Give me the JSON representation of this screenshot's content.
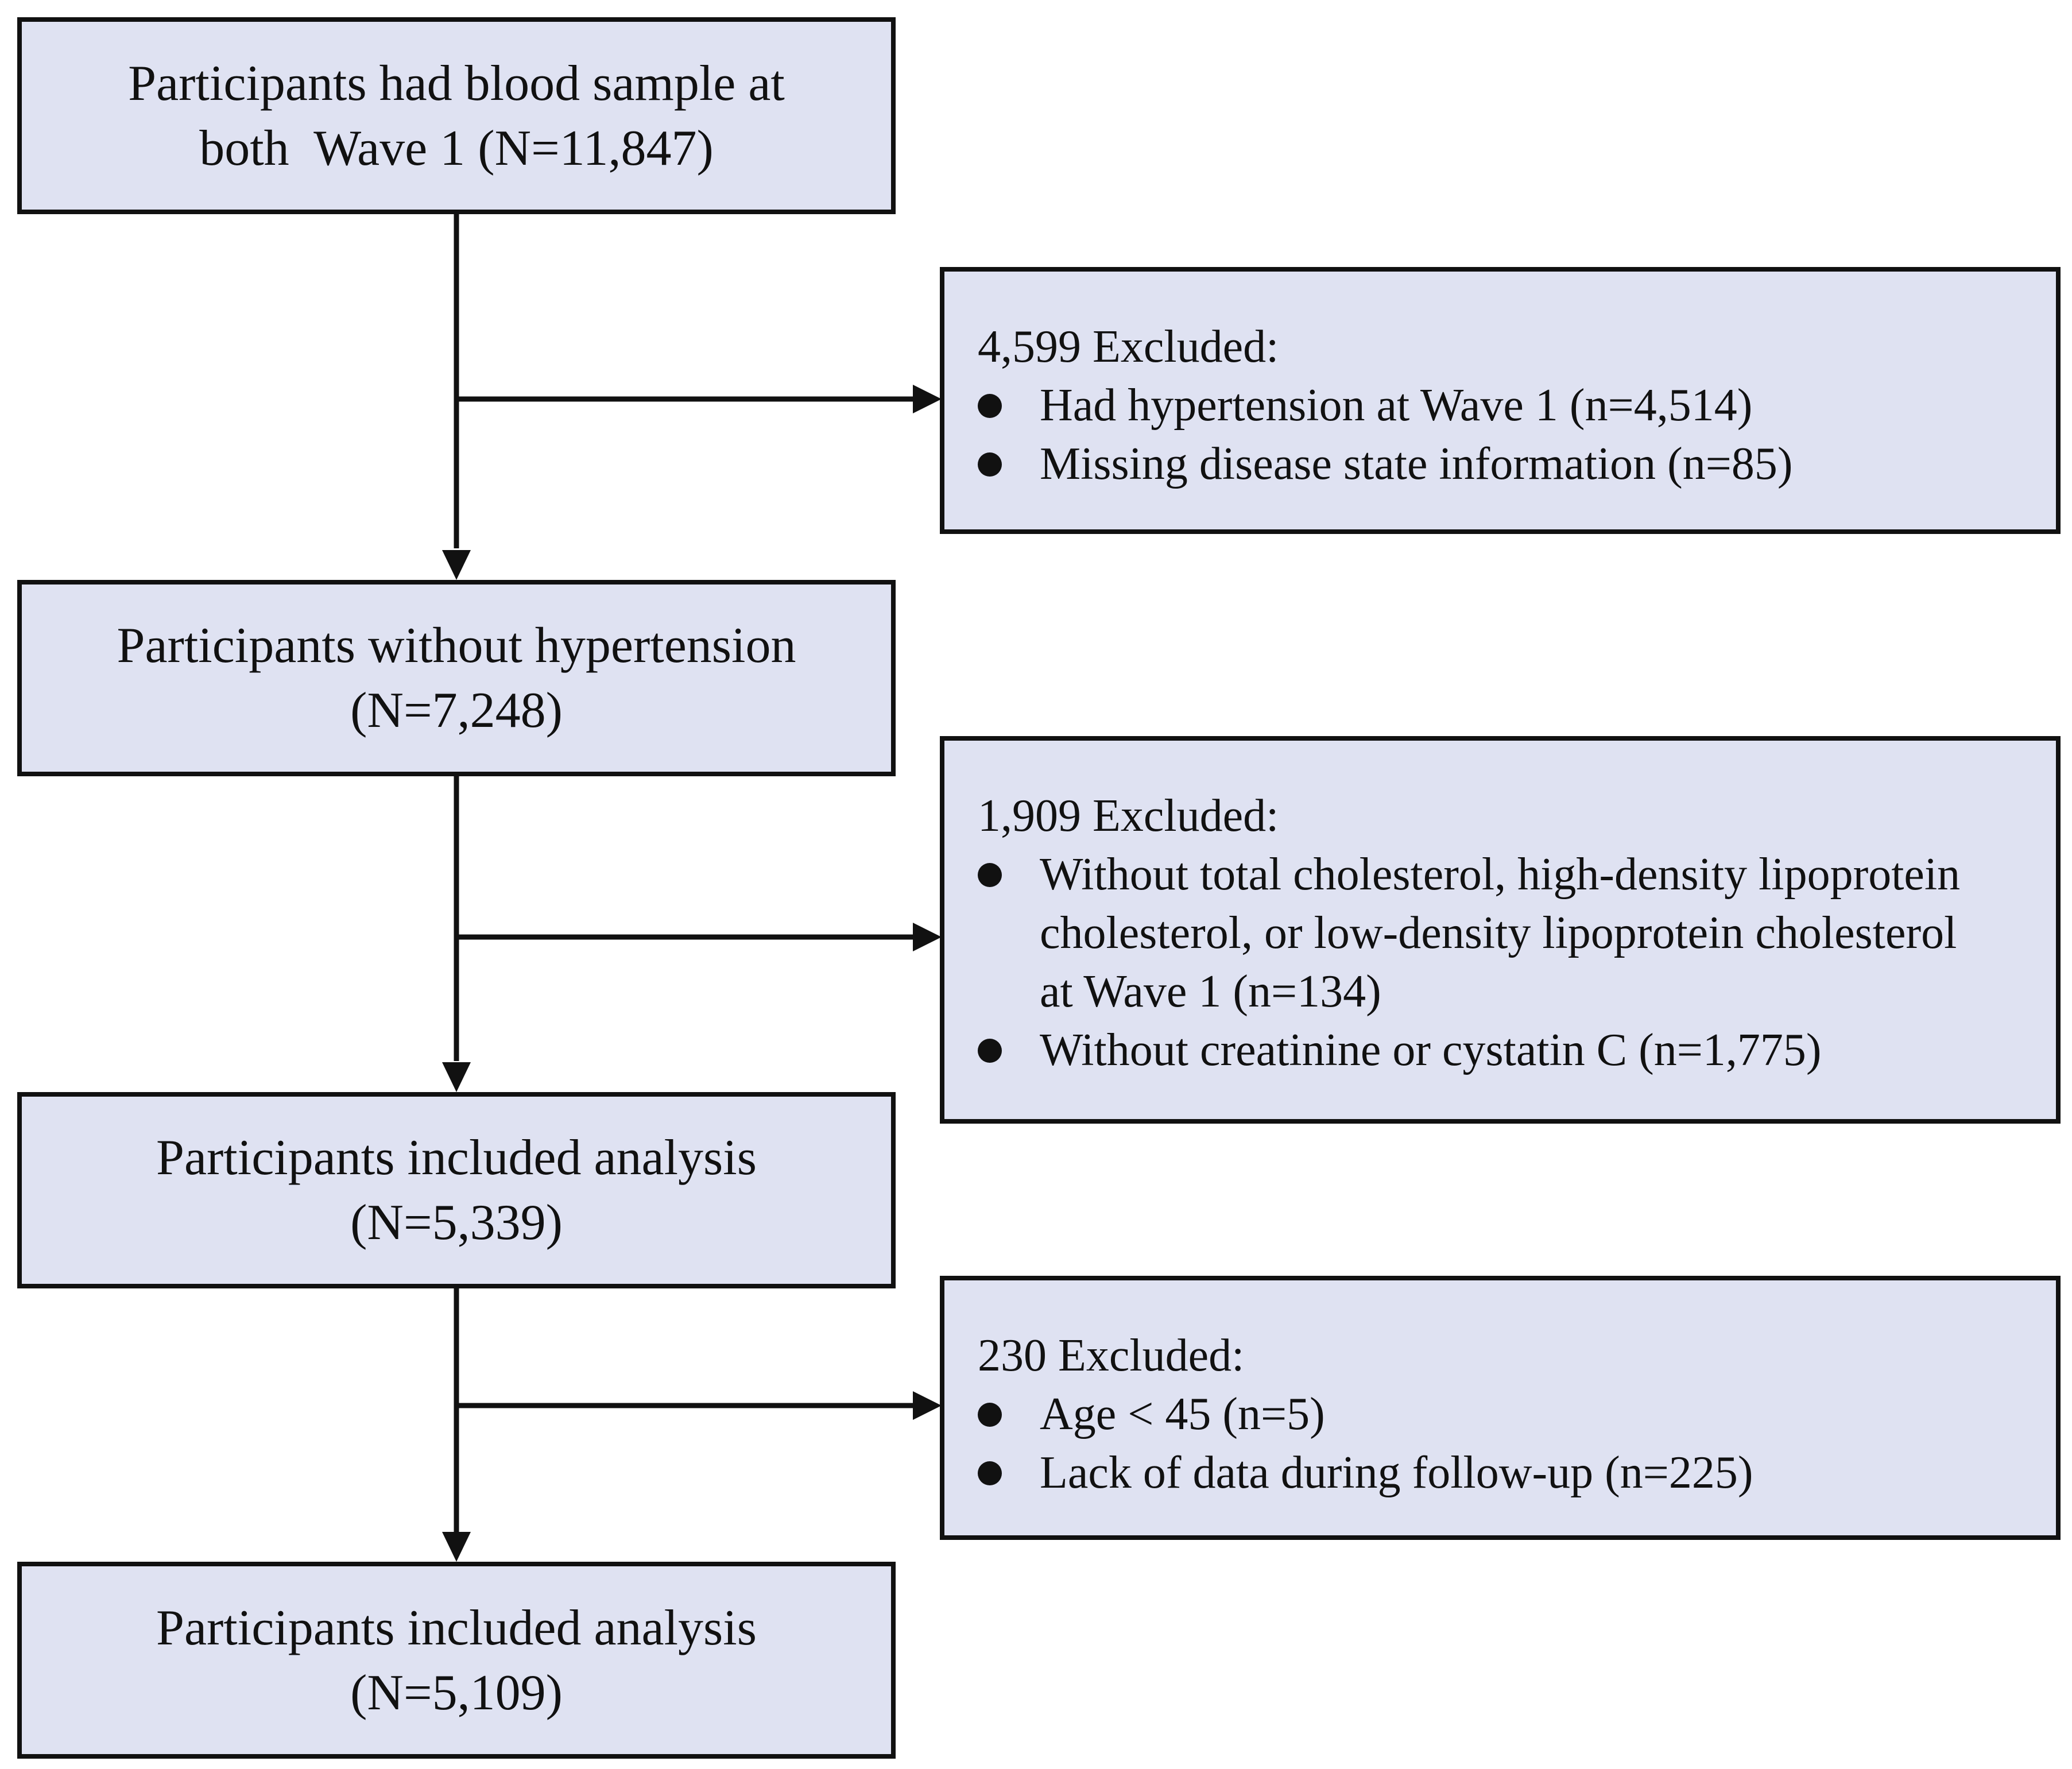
{
  "flowchart": {
    "main_boxes": [
      {
        "lines": [
          "Participants had blood sample at",
          "both  Wave 1 (N=11,847)"
        ]
      },
      {
        "lines": [
          "Participants without hypertension",
          "(N=7,248)"
        ]
      },
      {
        "lines": [
          "Participants included analysis",
          "(N=5,339)"
        ]
      },
      {
        "lines": [
          "Participants included analysis",
          "(N=5,109)"
        ]
      }
    ],
    "exclusions": [
      {
        "title": "4,599 Excluded:",
        "items": [
          {
            "lines": [
              "Had hypertension at Wave 1 (n=4,514)"
            ]
          },
          {
            "lines": [
              "Missing disease state information (n=85)"
            ]
          }
        ]
      },
      {
        "title": "1,909 Excluded:",
        "items": [
          {
            "lines": [
              "Without total cholesterol, high-density lipoprotein",
              "cholesterol, or low-density lipoprotein cholesterol",
              "at Wave 1 (n=134)"
            ]
          },
          {
            "lines": [
              "Without creatinine or cystatin C (n=1,775)"
            ]
          }
        ]
      },
      {
        "title": "230 Excluded:",
        "items": [
          {
            "lines": [
              "Age < 45 (n=5)"
            ]
          },
          {
            "lines": [
              "Lack of data during follow-up (n=225)"
            ]
          }
        ]
      }
    ]
  }
}
